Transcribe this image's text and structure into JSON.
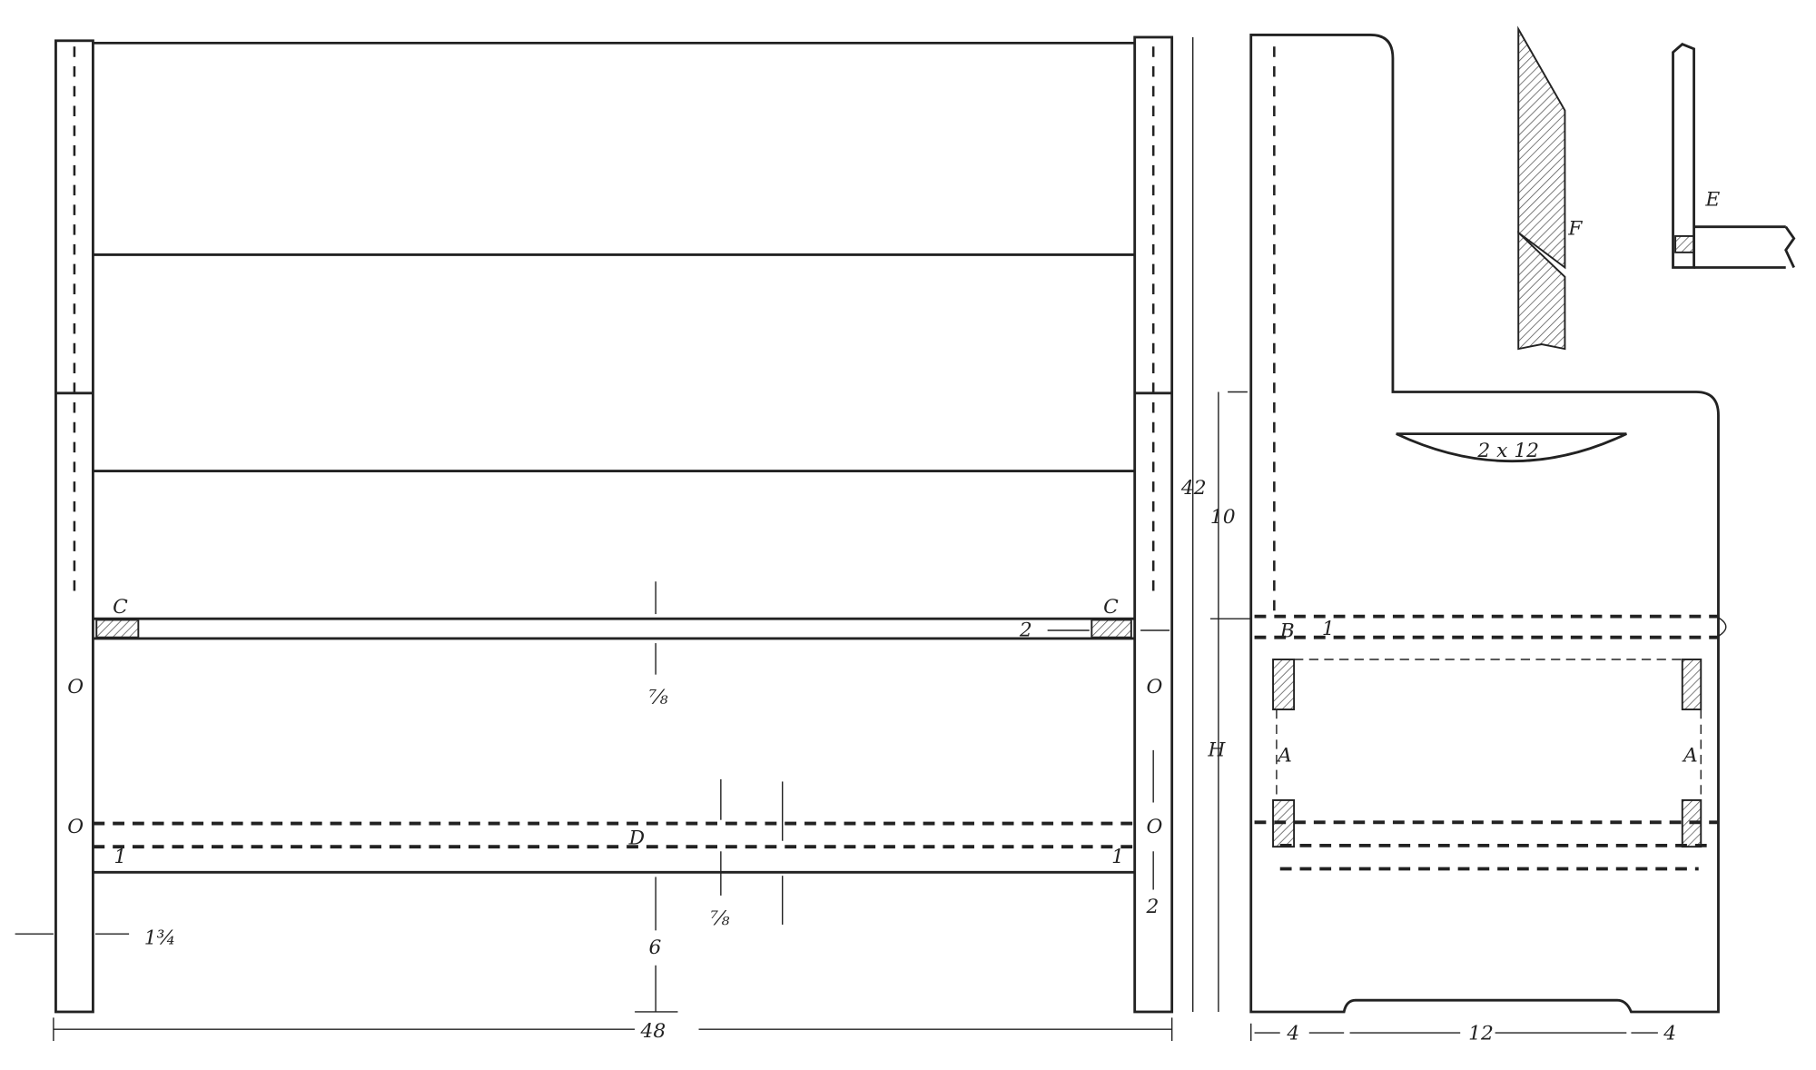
{
  "front_view": {
    "labels": {
      "c_left": "C",
      "c_right": "C",
      "d": "D"
    },
    "dims": {
      "width": "48",
      "post_width": "1¾",
      "shelf_thickness": "⅞",
      "board_thickness": "⅞",
      "bottom_clearance": "6",
      "c_block": "2",
      "right_gap": "2",
      "mark_one_left": "1",
      "mark_one_right": "1",
      "peg_marks": [
        "O",
        "O",
        "O",
        "O"
      ]
    }
  },
  "side_view": {
    "labels": {
      "b": "B",
      "b_mark": "1",
      "a_left": "A",
      "a_right": "A",
      "handhole": "2 x 12"
    },
    "dims": {
      "height": "42",
      "upper": "10",
      "lower": "H",
      "foot_left": "4",
      "foot_middle": "12",
      "foot_right": "4"
    }
  },
  "details": {
    "f": "F",
    "e": "E"
  }
}
